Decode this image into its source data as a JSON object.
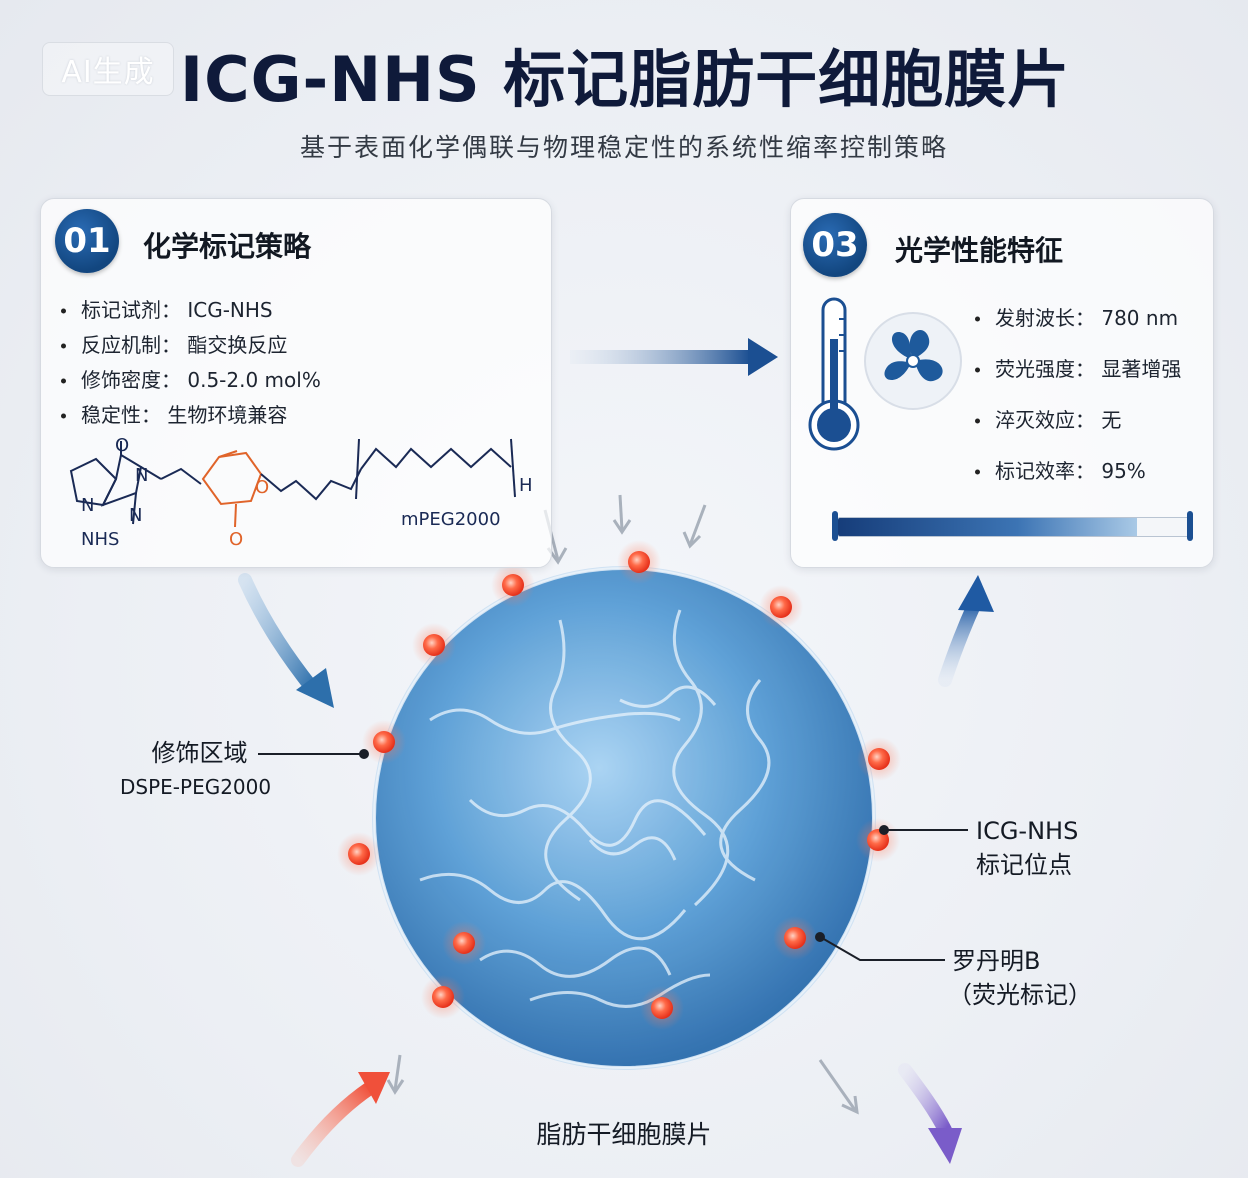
{
  "badge": "AI生成",
  "title": "ICG-NHS 标记脂肪干细胞膜片",
  "subtitle": "基于表面化学偶联与物理稳定性的系统性缩率控制策略",
  "card1": {
    "number": "01",
    "heading": "化学标记策略",
    "items": [
      "标记试剂： ICG-NHS",
      "反应机制： 酯交换反应",
      "修饰密度： 0.5-2.0 mol%",
      "稳定性： 生物环境兼容"
    ],
    "chem_labels": {
      "nhs": "NHS",
      "n1": "N",
      "n2": "N",
      "n3": "N",
      "o1": "O",
      "o2": "O",
      "o3": "O",
      "h": "H",
      "peg": "mPEG2000"
    }
  },
  "card3": {
    "number": "03",
    "heading": "光学性能特征",
    "items": [
      "发射波长： 780 nm",
      "荧光强度： 显著增强",
      "淬灭效应： 无",
      "标记效率： 95%"
    ],
    "efficiency_fraction": 0.85,
    "icons": [
      "thermometer-icon",
      "fan-icon"
    ]
  },
  "callouts": {
    "modification_title": "修饰区域",
    "modification_sub": "DSPE-PEG2000",
    "icg_line1": "ICG-NHS",
    "icg_line2": "标记位点",
    "rhodamine_line1": "罗丹明B",
    "rhodamine_line2": "（荧光标记）"
  },
  "bottom_label": "脂肪干细胞膜片",
  "colors": {
    "navy": "#0f1a3a",
    "accent_blue": "#1b4f92",
    "cell_blue": "#5b9fd6",
    "marker_red": "#ff5a3c",
    "chem_orange": "#e0642a"
  }
}
